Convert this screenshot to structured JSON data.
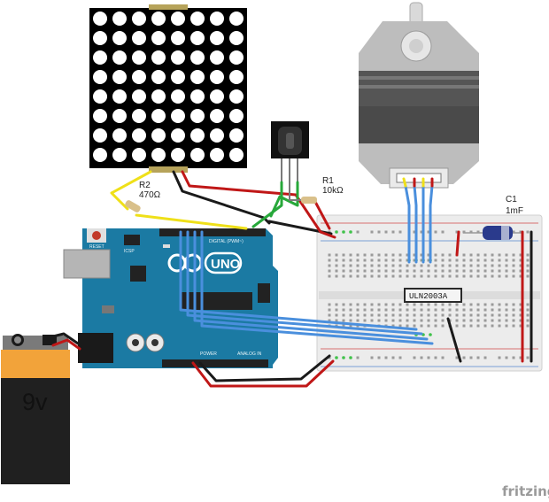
{
  "components": {
    "r2": {
      "name": "R2",
      "value": "470Ω"
    },
    "r1": {
      "name": "R1",
      "value": "10kΩ"
    },
    "c1": {
      "name": "C1",
      "value": "1mF"
    },
    "driver_chip": {
      "label": "ULN2003A"
    },
    "battery": {
      "label": "9v"
    },
    "arduino": {
      "logo_text": "UNO",
      "reset_text": "RESET",
      "icsp_text": "ICSP",
      "digital_text": "DIGITAL (PWM~)",
      "power_text": "POWER",
      "analog_text": "ANALOG IN"
    }
  },
  "footer": {
    "brand": "fritzing"
  },
  "colors": {
    "arduino_blue": "#1b7aa3",
    "breadboard": "#ebebeb",
    "wire_red": "#c01717",
    "wire_black": "#1a1a1a",
    "wire_yellow": "#efe019",
    "wire_green": "#27a83a",
    "wire_blue": "#4a8fdd",
    "battery_orange": "#f5a33a"
  },
  "icons": [
    "led-matrix-icon",
    "ir-receiver-icon",
    "stepper-motor-icon",
    "resistor-icon",
    "capacitor-icon",
    "battery-icon",
    "arduino-board-icon",
    "breadboard-icon",
    "ic-chip-icon"
  ]
}
